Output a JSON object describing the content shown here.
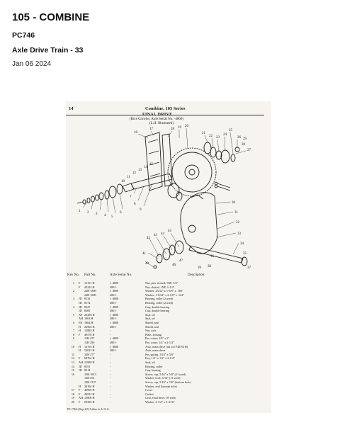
{
  "header": {
    "title": "105 - COMBINE",
    "code": "PC746",
    "subtitle": "Axle Drive Train - 33",
    "date": "Jan 06 2024"
  },
  "scan": {
    "page_number": "14",
    "series": "Combine, 105 Series",
    "section_title": "FINAL DRIVE",
    "section_note": "(Rice Crawler, Axle Serial No.      -4800)",
    "section_note2": "(L.H. Illustrated)",
    "column_headers": {
      "key": "Key No.",
      "part": "Part No.",
      "serial": "Axle Serial No.",
      "desc": "Description"
    },
    "footer": "PC-746-(Sep-67)  Litho in U.S.A.",
    "callouts": [
      "16",
      "17",
      "18",
      "19",
      "20",
      "21",
      "22",
      "23",
      "24",
      "25",
      "26",
      "27",
      "28",
      "29",
      "1",
      "2",
      "3",
      "4",
      "5",
      "6",
      "7",
      "8",
      "9",
      "10",
      "11",
      "12",
      "13",
      "14",
      "15",
      "30",
      "31",
      "32",
      "33",
      "34",
      "35",
      "36",
      "37",
      "38",
      "39",
      "40",
      "41",
      "42",
      "43",
      "44",
      "45",
      "46",
      "47"
    ],
    "rows": [
      {
        "key": "1",
        "pref": "F",
        "part": "13151 H",
        "serial": "( -4800",
        "desc": "Nut, jam, slotted, 1NF, 3/4\""
      },
      {
        "key": "",
        "pref": "F",
        "part": "43222 H",
        "serial": "4801-",
        "desc": "Nut, slotted, 1NF, 1-1/4\""
      },
      {
        "key": "2",
        "pref": "",
        "part": "24H 1809",
        "serial": "( -4800",
        "desc": "Washer, 25/32\" x 1-5/8\" x .180\""
      },
      {
        "key": "",
        "pref": "",
        "part": "24H 1809",
        "serial": "4801-",
        "desc": "Washer, 1-9/32\" x 2-1/8\" x .134\""
      },
      {
        "key": "3",
        "pref": "JD",
        "part": "8134",
        "serial": "( -4800",
        "desc": "Bearing, roller (2 used)"
      },
      {
        "key": "",
        "pref": "JD",
        "part": "8174",
        "serial": "4801-",
        "desc": "Bearing, roller (2 used)"
      },
      {
        "key": "4",
        "pref": "JD",
        "part": "8227",
        "serial": "( -4800",
        "desc": "Cup, double bearing"
      },
      {
        "key": "",
        "pref": "JD",
        "part": "8269",
        "serial": "4801-",
        "desc": "Cup, double bearing"
      },
      {
        "key": "5",
        "pref": "AP",
        "part": "26206 H",
        "serial": "( -4800",
        "desc": "Seal, oil"
      },
      {
        "key": "",
        "pref": "AH",
        "part": "1963 H",
        "serial": "4801-",
        "desc": "Seal, oil"
      },
      {
        "key": "6",
        "pref": "FK",
        "part": "1864 H",
        "serial": "( -4800",
        "desc": "Shield, seal"
      },
      {
        "key": "",
        "pref": "H",
        "part": "22904 H",
        "serial": "4801-",
        "desc": "Shield, seal"
      },
      {
        "key": "7",
        "pref": "H",
        "part": "12883 H",
        "serial": "-",
        "desc": "Nut, axle"
      },
      {
        "key": "8",
        "pref": "F",
        "part": "49576 H",
        "serial": "-",
        "desc": "Plate, locking"
      },
      {
        "key": "9",
        "pref": "",
        "part": "11H 257",
        "serial": "( -4800",
        "desc": "Pin, cotter, 1/8\" x 2\""
      },
      {
        "key": "",
        "pref": "",
        "part": "11H 290",
        "serial": "4801-",
        "desc": "Pin, cotter, 1/4\" x 2-1/2\""
      },
      {
        "key": "10",
        "pref": "H",
        "part": "12763 H",
        "serial": "( -4800",
        "desc": "Axle, main drive (alt. for F48761H)"
      },
      {
        "key": "",
        "pref": "H",
        "part": "52023 H",
        "serial": "4801-",
        "desc": "Axle, main drive"
      },
      {
        "key": "11",
        "pref": "",
        "part": "34H 277",
        "serial": "-",
        "desc": "Pin, spring, 3/16\" x 5/8\""
      },
      {
        "key": "12",
        "pref": "F",
        "part": "68762 H",
        "serial": "-",
        "desc": "Key, 1/2\" x 1/2\" x 2-1/4\""
      },
      {
        "key": "13",
        "pref": "AH",
        "part": "12989 H",
        "serial": "-",
        "desc": "Seal, oil"
      },
      {
        "key": "14",
        "pref": "JD",
        "part": "8191",
        "serial": "-",
        "desc": "Bearing, roller"
      },
      {
        "key": "15",
        "pref": "JD",
        "part": "8314",
        "serial": "-",
        "desc": "Cup, bearing"
      },
      {
        "key": "16",
        "pref": "",
        "part": "19H 1813",
        "serial": "-",
        "desc": "Screw, cap, 5/16\" x 5/8\" (11 used)"
      },
      {
        "key": "",
        "pref": "",
        "part": "12H 291",
        "serial": "-",
        "desc": "Washer, lock, 5/16\" (11 used)"
      },
      {
        "key": "",
        "pref": "",
        "part": "19H 2137",
        "serial": "-",
        "desc": "Screw, cap, 5/16\" x 7/8\" (bottom hole)"
      },
      {
        "key": "",
        "pref": "H",
        "part": "30194 H",
        "serial": "-",
        "desc": "Washer, seal (bottom hole)"
      },
      {
        "key": "17",
        "pref": "F",
        "part": "46969 H",
        "serial": "-",
        "desc": "Cover"
      },
      {
        "key": "18",
        "pref": "F",
        "part": "46932 H",
        "serial": "-",
        "desc": "Gasket"
      },
      {
        "key": "19",
        "pref": "AH",
        "part": "15800 H",
        "serial": "-",
        "desc": "Gear, final drive, 95 teeth"
      },
      {
        "key": "20",
        "pref": "F",
        "part": "69585 H",
        "serial": "-",
        "desc": "Washer, 2-1/2\" x 3-3/16\""
      }
    ]
  }
}
